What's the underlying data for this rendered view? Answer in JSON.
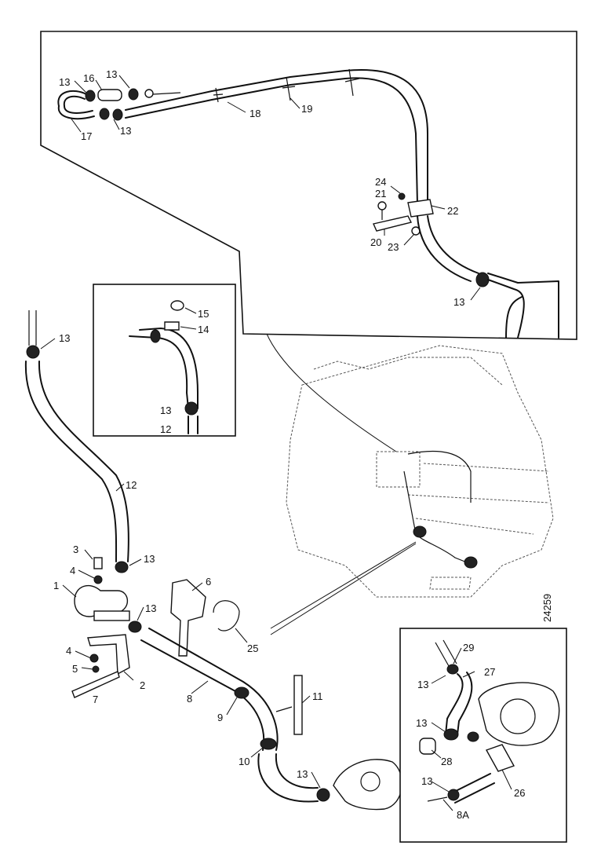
{
  "reference_number": "24259",
  "callouts": {
    "c1": "1",
    "c2": "2",
    "c3": "3",
    "c4a": "4",
    "c4b": "4",
    "c5": "5",
    "c6": "6",
    "c7": "7",
    "c8": "8",
    "c8A": "8A",
    "c9": "9",
    "c10": "10",
    "c11": "11",
    "c12a": "12",
    "c12b": "12",
    "c13_1": "13",
    "c13_2": "13",
    "c13_3": "13",
    "c13_4": "13",
    "c13_5": "13",
    "c13_6": "13",
    "c13_7": "13",
    "c13_8": "13",
    "c13_9": "13",
    "c13_10": "13",
    "c13_11": "13",
    "c13_12": "13",
    "c14": "14",
    "c15": "15",
    "c16": "16",
    "c17": "17",
    "c18": "18",
    "c19": "19",
    "c20": "20",
    "c21": "21",
    "c22": "22",
    "c23": "23",
    "c24": "24",
    "c25": "25",
    "c26": "26",
    "c27": "27",
    "c28": "28",
    "c29": "29"
  }
}
